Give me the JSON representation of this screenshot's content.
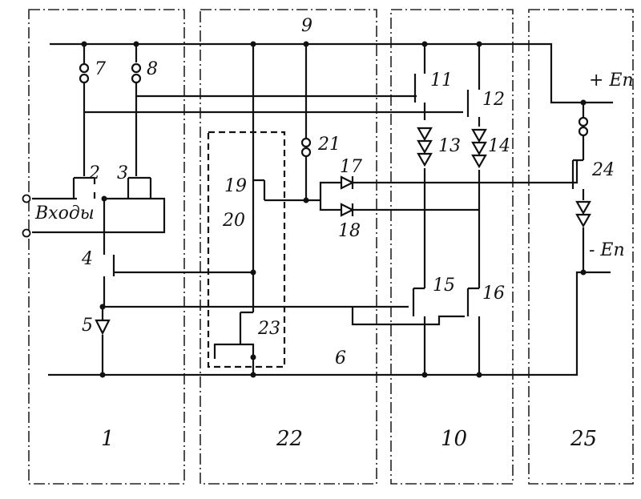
{
  "blocks": {
    "b1": "1",
    "b22": "22",
    "b10": "10",
    "b25": "25"
  },
  "labels": {
    "n2": "2",
    "n3": "3",
    "n4": "4",
    "n5": "5",
    "n6": "6",
    "n7": "7",
    "n8": "8",
    "n9": "9",
    "n11": "11",
    "n12": "12",
    "n13": "13",
    "n14": "14",
    "n15": "15",
    "n16": "16",
    "n17": "17",
    "n18": "18",
    "n19": "19",
    "n20": "20",
    "n21": "21",
    "n23": "23",
    "n24": "24",
    "inputs": "Входы",
    "plus_supply": "+ Eп",
    "minus_supply": "- Eп"
  }
}
